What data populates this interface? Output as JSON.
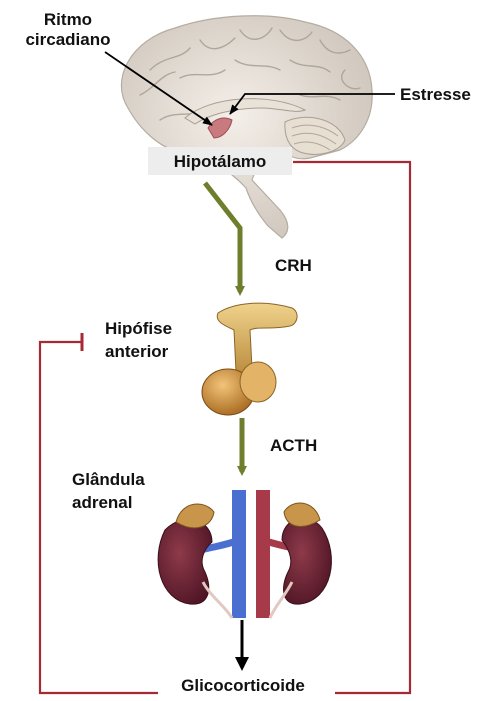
{
  "labels": {
    "ritmo_line1": "Ritmo",
    "ritmo_line2": "circadiano",
    "estresse": "Estresse",
    "hipotalamo": "Hipotálamo",
    "crh": "CRH",
    "hipofise_line1": "Hipófise",
    "hipofise_line2": "anterior",
    "acth": "ACTH",
    "glandula_line1": "Glândula",
    "glandula_line2": "adrenal",
    "glicocorticoide": "Glicocorticoide"
  },
  "colors": {
    "stimulation_arrow": "#6d7f2c",
    "feedback_line": "#a52a34",
    "black_arrow": "#000000",
    "hypothalamus_box": "#ededed"
  }
}
